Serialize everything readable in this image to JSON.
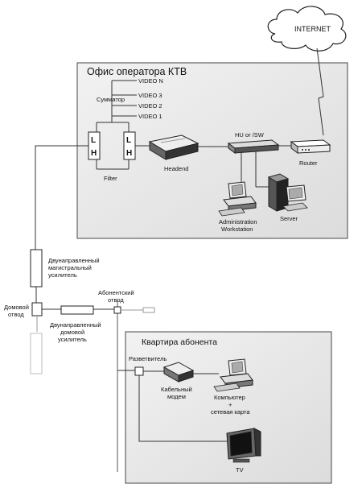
{
  "cloud_label": "INTERNET",
  "office": {
    "title": "Офис оператора КТВ",
    "combiner_label": "Сумматор",
    "video_inputs": [
      "VIDEO N",
      "VIDEO 3",
      "VIDEO 2",
      "VIDEO 1"
    ],
    "filter_label": "Filter",
    "filter_letters": [
      "L",
      "H",
      "L",
      "H"
    ],
    "headend_label": "Headend",
    "hub_label": "HU or /SW",
    "router_label": "Router",
    "server_label": "Server",
    "workstation_label_line1": "Administration",
    "workstation_label_line2": "Workstation"
  },
  "trunk": {
    "trunk_amp_line1": "Двунаправленный",
    "trunk_amp_line2": "магистральный",
    "trunk_amp_line3": "усилитель",
    "house_tap_line1": "Домовой",
    "house_tap_line2": "отвод",
    "subscriber_tap_line1": "Абонентский",
    "subscriber_tap_line2": "отвод",
    "house_amp_line1": "Двунаправленный",
    "house_amp_line2": "домовой",
    "house_amp_line3": "усилитель"
  },
  "apartment": {
    "title": "Квартира абонента",
    "splitter_label": "Разветвитель",
    "modem_line1": "Кабельный",
    "modem_line2": "модем",
    "computer_line1": "Компьютер",
    "computer_line2": "+",
    "computer_line3": "сетевая карта",
    "tv_label": "TV"
  }
}
